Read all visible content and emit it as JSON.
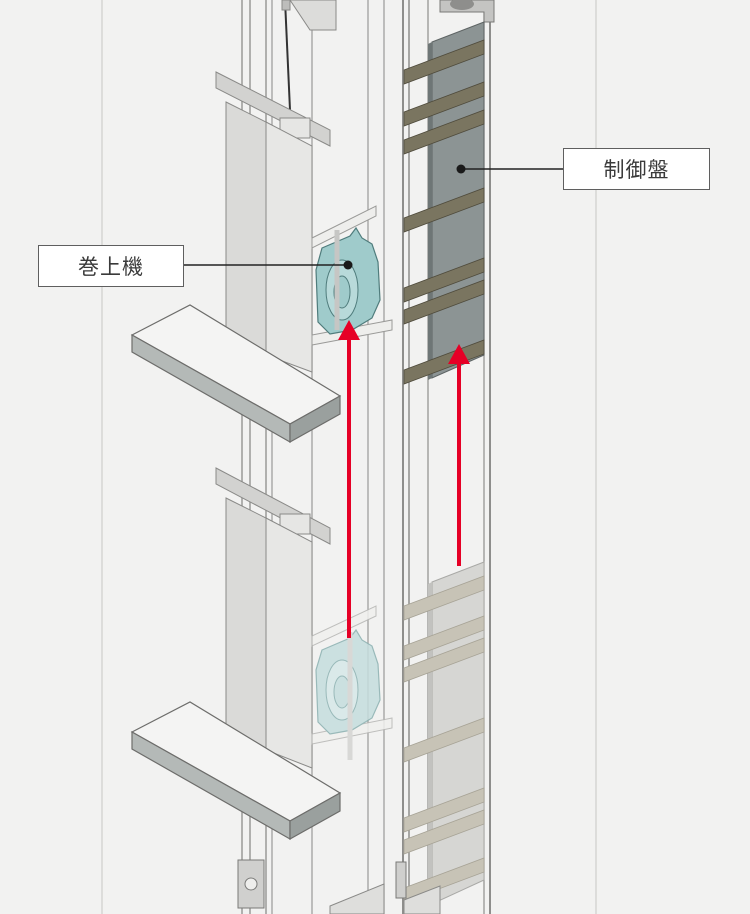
{
  "labels": {
    "hoisting_machine": "巻上機",
    "control_panel": "制御盤"
  },
  "colors": {
    "background": "#f2f2f1",
    "arrow": "#e60026",
    "control_panel_current": "#8c9494",
    "control_panel_previous": "#d6d6d3",
    "strap_current": "#7a7560",
    "strap_previous": "#c7c3b6",
    "machine_current": "#9fcbcb",
    "machine_previous": "#c5dede",
    "leader_line": "#222222"
  },
  "icons": {
    "arrow": "up-arrow",
    "hoisting_machine": "gear-sheave",
    "leader_marker": "dot"
  }
}
